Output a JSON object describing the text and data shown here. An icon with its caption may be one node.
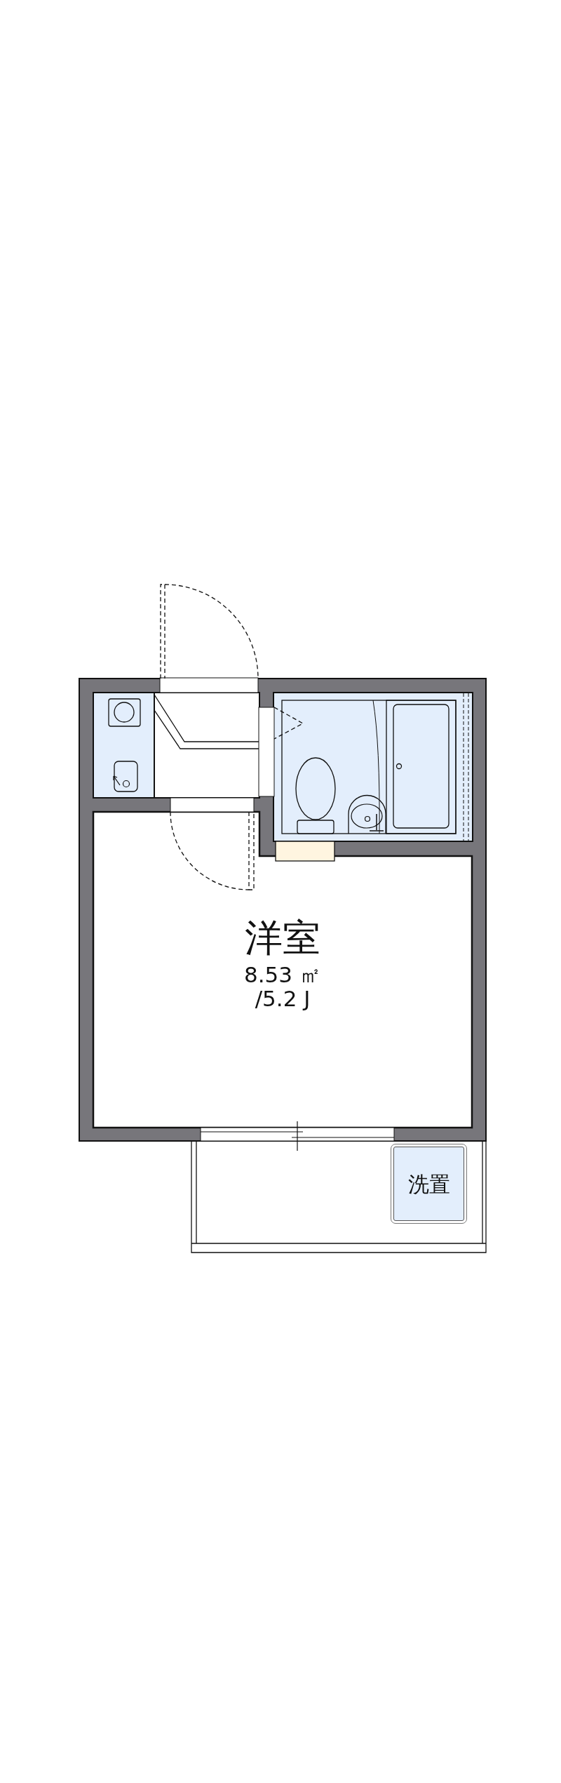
{
  "diagram": {
    "nodes": [
      {
        "text": [
          "洋室",
          "8.53 ㎡ /5.2 J"
        ]
      },
      {
        "text": [
          "洗置"
        ]
      }
    ]
  }
}
